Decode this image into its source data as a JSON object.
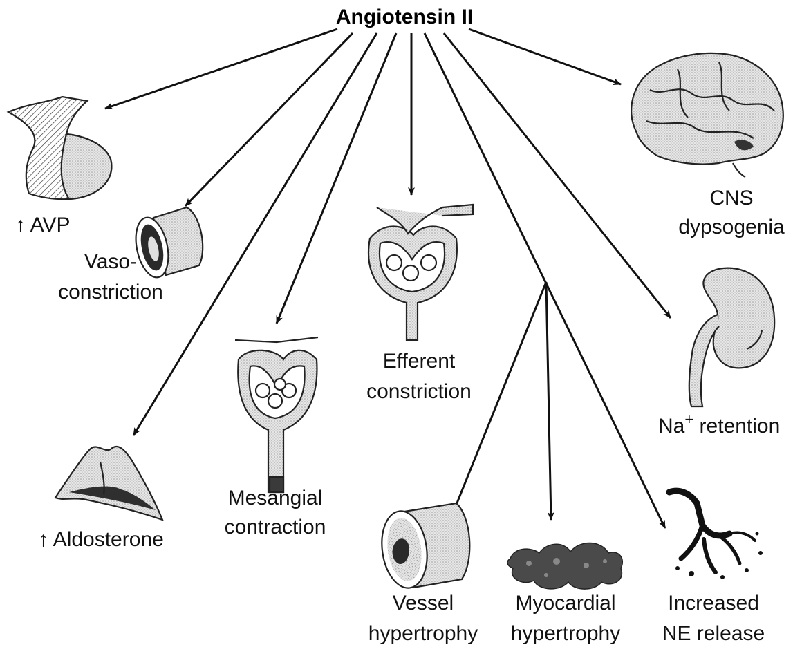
{
  "title": "Angiotensin II",
  "effects": {
    "avp": {
      "label": "↑ AVP",
      "icon": "pituitary-icon"
    },
    "vaso": {
      "line1": "Vaso-",
      "line2": "constriction",
      "icon": "blood-vessel-icon"
    },
    "aldosterone": {
      "label": "↑ Aldosterone",
      "icon": "adrenal-gland-icon"
    },
    "mesangial": {
      "line1": "Mesangial",
      "line2": "contraction",
      "icon": "glomerulus-icon"
    },
    "efferent": {
      "line1": "Efferent",
      "line2": "constriction",
      "icon": "glomerulus-efferent-icon"
    },
    "cns": {
      "line1": "CNS",
      "line2": "dypsogenia",
      "icon": "brain-icon"
    },
    "na": {
      "prefix": "Na",
      "superscript": "+",
      "suffix": " retention",
      "icon": "kidney-icon"
    },
    "vessel": {
      "line1": "Vessel",
      "line2": "hypertrophy",
      "icon": "thick-vessel-icon"
    },
    "myocardial": {
      "line1": "Myocardial",
      "line2": "hypertrophy",
      "icon": "myocardium-icon"
    },
    "ne": {
      "line1": "Increased",
      "line2": "NE release",
      "icon": "nerve-terminal-icon"
    }
  },
  "colors": {
    "ink": "#111111",
    "stipple": "#c8c8c8",
    "dark_fill": "#3a3a3a"
  }
}
